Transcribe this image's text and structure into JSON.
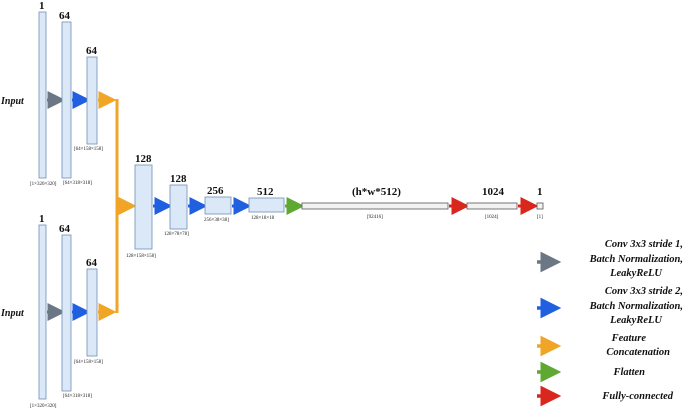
{
  "colors": {
    "conv1": "#6b7785",
    "conv2": "#1f5fe0",
    "concat": "#f0a526",
    "flatten": "#5fa832",
    "fc": "#d9271e",
    "block_fill": "#dbe8f8",
    "block_stroke": "#6f8fb5"
  },
  "inputs": {
    "top_label": "Input",
    "bottom_label": "Input"
  },
  "top_branch": {
    "c1_count": "1",
    "c1_dim": "[1×320×320]",
    "c2_count": "64",
    "c2_dim": "[64×318×318]",
    "c3_count": "64",
    "c3_dim": "[64×158×158]"
  },
  "bottom_branch": {
    "c1_count": "1",
    "c1_dim": "[1×320×320]",
    "c2_count": "64",
    "c2_dim": "[64×318×318]",
    "c3_count": "64",
    "c3_dim": "[64×158×158]"
  },
  "main_path": {
    "b1_count": "128",
    "b1_dim": "128×158×158]",
    "b2_count": "128",
    "b2_dim": "128×78×78]",
    "b3_count": "256",
    "b3_dim": "256×38×38]",
    "b4_count": "512",
    "b4_dim": "128×18×18"
  },
  "dense": {
    "flat_count": "(h*w*512)",
    "flat_dim": "[92416]",
    "fc_count": "1024",
    "fc_dim": "[1024]",
    "out_count": "1",
    "out_dim": "[1]"
  },
  "legend": {
    "conv1_line1": "Conv 3x3 stride 1,",
    "conv1_line2": "Batch Normalization,",
    "conv1_line3": "LeakyReLU",
    "conv2_line1": "Conv 3x3 stride 2,",
    "conv2_line2": "Batch Normalization,",
    "conv2_line3": "LeakyReLU",
    "concat_line1": "Feature",
    "concat_line2": "Concatenation",
    "flatten": "Flatten",
    "fc": "Fully-connected"
  }
}
